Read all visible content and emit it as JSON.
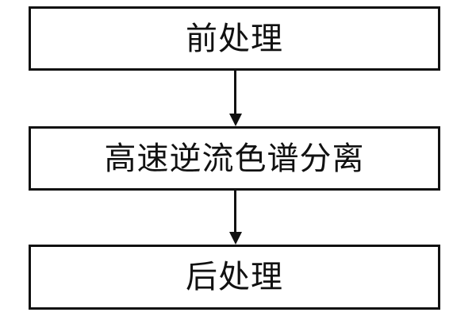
{
  "flowchart": {
    "steps": [
      {
        "label": "前处理"
      },
      {
        "label": "高速逆流色谱分离"
      },
      {
        "label": "后处理"
      }
    ]
  }
}
